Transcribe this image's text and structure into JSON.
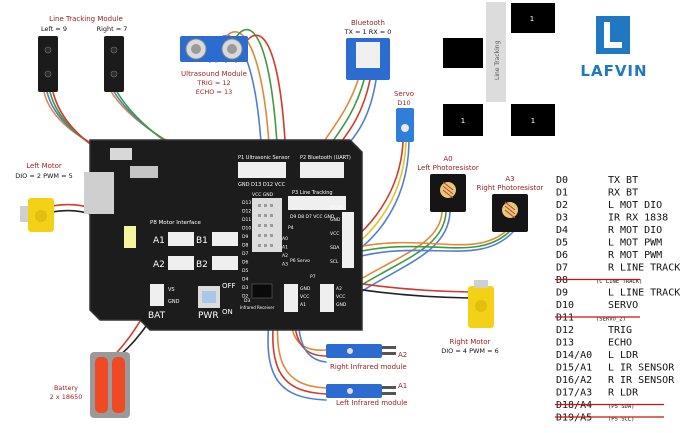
{
  "modules": {
    "line_tracking": {
      "title": "Line Tracking Module",
      "left": "Left = 9",
      "right": "Right = 7"
    },
    "ultrasound": {
      "title": "Ultrasound Module",
      "trig": "TRIG = 12",
      "echo": "ECHO = 13"
    },
    "bluetooth": {
      "title": "Bluetooth",
      "pins": "TX = 1  RX = 0"
    },
    "servo": {
      "title": "Servo",
      "pin": "D10"
    },
    "left_motor": {
      "title": "Left Motor",
      "pins": "DIO = 2  PWM = 5"
    },
    "right_motor": {
      "title": "Right Motor",
      "pins": "DIO = 4  PWM = 6"
    },
    "left_ldr": {
      "code": "A0",
      "title": "Left Photoresistor"
    },
    "right_ldr": {
      "code": "A3",
      "title": "Right Photoresistor"
    },
    "right_ir": {
      "code": "A2",
      "title": "Right Infrared module"
    },
    "left_ir": {
      "code": "A1",
      "title": "Left Infrared module"
    },
    "battery": {
      "title": "Battery",
      "spec": "2 x 18650"
    }
  },
  "board": {
    "p1": "P1 Ultrasonic Sensor",
    "p1_pins": "GND D13 D12 VCC",
    "p2": "P2 Bluetooth (UART)",
    "p3": "P3 Line Tracking",
    "p3_pins": "D9  D8  D7  VCC  GND",
    "p4": "P4",
    "p5": "P5 I2C",
    "p5_pins": [
      "GND",
      "VCC",
      "SDA",
      "SCL"
    ],
    "p6": "P6 Servo",
    "p7": "P7",
    "p8": "P8 Motor Interface",
    "a1": "A1",
    "a2": "A2",
    "b1": "B1",
    "b2": "B2",
    "bat": "BAT",
    "pwr": "PWR",
    "off": "OFF",
    "on": "ON",
    "vs": "VS",
    "gnd": "GND",
    "ir_receiver": "Infrared Receiver",
    "d3": "D3",
    "vcc_gnd": "VCC GND",
    "col_labels": [
      "D13",
      "D12",
      "D11",
      "D10",
      "D9",
      "D8",
      "D7",
      "D6",
      "D5",
      "D4",
      "D3",
      "D2"
    ],
    "a_labels": [
      "A0",
      "A1",
      "A2",
      "A3"
    ],
    "p7_pins": [
      "GND",
      "VCC",
      "A1"
    ],
    "p4_pins": [
      "A2",
      "VCC",
      "GND"
    ]
  },
  "line_sensor_strip": {
    "label": "Line Tracking",
    "cells": [
      "1",
      "1",
      "1",
      "1"
    ]
  },
  "brand": {
    "name": "LAFVIN"
  },
  "pin_map": [
    {
      "pin": "D0",
      "desc": "TX BT",
      "struck": false,
      "note": ""
    },
    {
      "pin": "D1",
      "desc": "RX BT",
      "struck": false,
      "note": ""
    },
    {
      "pin": "D2",
      "desc": "L MOT DIO",
      "struck": false,
      "note": ""
    },
    {
      "pin": "D3",
      "desc": "IR RX 1838",
      "struck": false,
      "note": ""
    },
    {
      "pin": "D4",
      "desc": "R MOT DIO",
      "struck": false,
      "note": ""
    },
    {
      "pin": "D5",
      "desc": "L MOT PWM",
      "struck": false,
      "note": ""
    },
    {
      "pin": "D6",
      "desc": "R MOT PWM",
      "struck": false,
      "note": ""
    },
    {
      "pin": "D7",
      "desc": "R LINE TRACK",
      "struck": false,
      "note": ""
    },
    {
      "pin": "D8",
      "desc": "",
      "struck": true,
      "note": "(C LINE TRACK)"
    },
    {
      "pin": "D9",
      "desc": "L LINE TRACK",
      "struck": false,
      "note": ""
    },
    {
      "pin": "D10",
      "desc": "SERVO",
      "struck": false,
      "note": ""
    },
    {
      "pin": "D11",
      "desc": "",
      "struck": true,
      "note": "(SERVO_2)"
    },
    {
      "pin": "D12",
      "desc": "TRIG",
      "struck": false,
      "note": ""
    },
    {
      "pin": "D13",
      "desc": "ECHO",
      "struck": false,
      "note": ""
    },
    {
      "pin": "D14/A0",
      "desc": "L LDR",
      "struck": false,
      "note": ""
    },
    {
      "pin": "D15/A1",
      "desc": "L IR SENSOR",
      "struck": false,
      "note": ""
    },
    {
      "pin": "D16/A2",
      "desc": "R IR SENSOR",
      "struck": false,
      "note": ""
    },
    {
      "pin": "D17/A3",
      "desc": "R LDR",
      "struck": false,
      "note": ""
    },
    {
      "pin": "D18/A4",
      "desc": "",
      "struck": true,
      "note": "(P5 SDA)"
    },
    {
      "pin": "D19/A5",
      "desc": "",
      "struck": true,
      "note": "(P5 SCL)"
    }
  ],
  "colors": {
    "label_red": "#9b1c1c",
    "board": "#1c1c1c",
    "board_edge": "#333333",
    "wire_orange": "#e2883a",
    "wire_blue": "#4f7fd1",
    "wire_green": "#3f9b3f",
    "wire_red": "#d23a2a",
    "wire_yellow": "#e7c12b",
    "motor_yellow": "#f3d117",
    "battery_red": "#f04a24",
    "lafvin_blue": "#1f78c1",
    "strike_red": "#cc1111"
  }
}
